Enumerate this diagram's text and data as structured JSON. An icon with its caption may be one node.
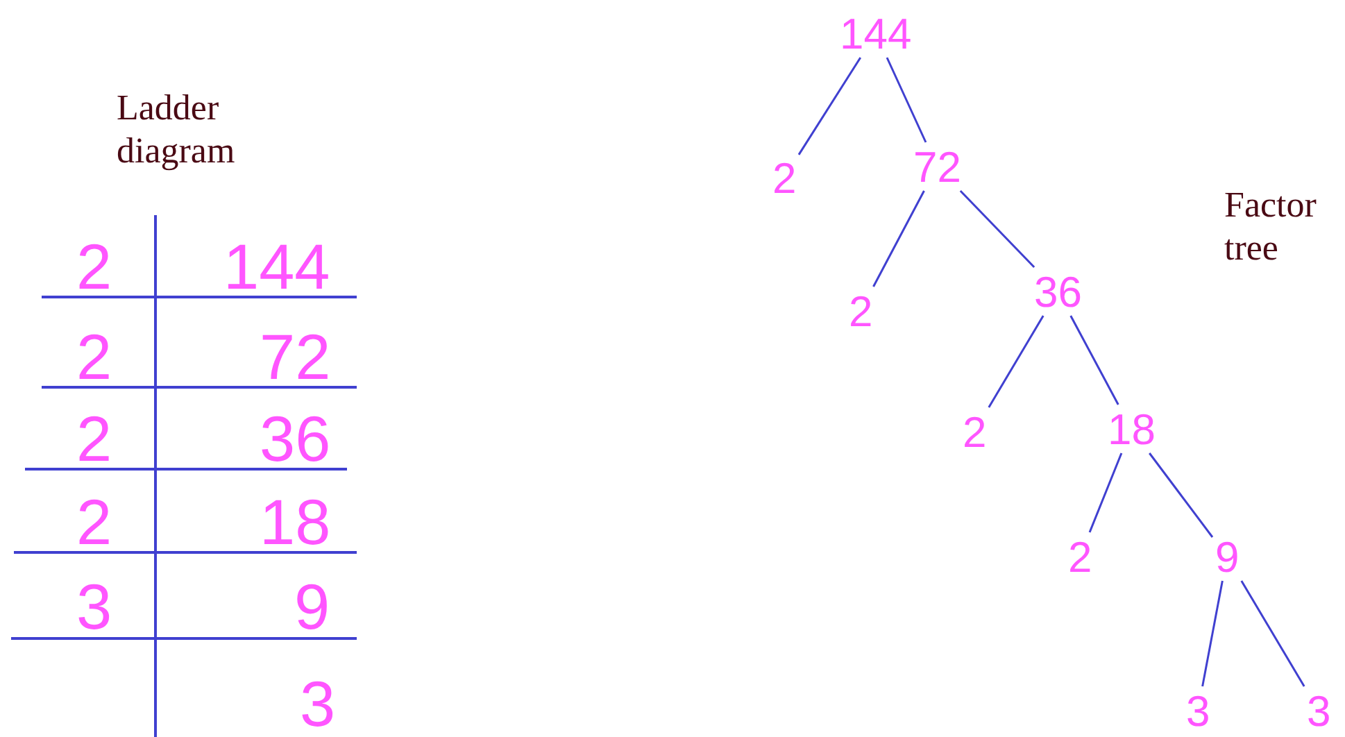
{
  "diagram": {
    "nodes": [
      {
        "text": [
          "144"
        ]
      },
      {
        "text": [
          "2"
        ]
      },
      {
        "text": [
          "72"
        ]
      },
      {
        "text": [
          "2"
        ]
      },
      {
        "text": [
          "36"
        ]
      },
      {
        "text": [
          "2"
        ]
      },
      {
        "text": [
          "18"
        ]
      },
      {
        "text": [
          "2"
        ]
      },
      {
        "text": [
          "9"
        ]
      },
      {
        "text": [
          "3"
        ]
      },
      {
        "text": [
          "3"
        ]
      }
    ],
    "edges": [
      {
        "from": 0,
        "to": 1,
        "arrow": "none"
      },
      {
        "from": 0,
        "to": 2,
        "arrow": "none"
      },
      {
        "from": 2,
        "to": 3,
        "arrow": "none"
      },
      {
        "from": 2,
        "to": 4,
        "arrow": "none"
      },
      {
        "from": 4,
        "to": 5,
        "arrow": "none"
      },
      {
        "from": 4,
        "to": 6,
        "arrow": "none"
      },
      {
        "from": 6,
        "to": 7,
        "arrow": "none"
      },
      {
        "from": 6,
        "to": 8,
        "arrow": "none"
      },
      {
        "from": 8,
        "to": 9,
        "arrow": "none"
      },
      {
        "from": 8,
        "to": 10,
        "arrow": "none"
      }
    ],
    "labels": [
      "Ladder diagram",
      "2",
      "144",
      "2",
      "72",
      "2",
      "36",
      "2",
      "18",
      "3",
      "9",
      "3",
      "Factor tree"
    ]
  }
}
